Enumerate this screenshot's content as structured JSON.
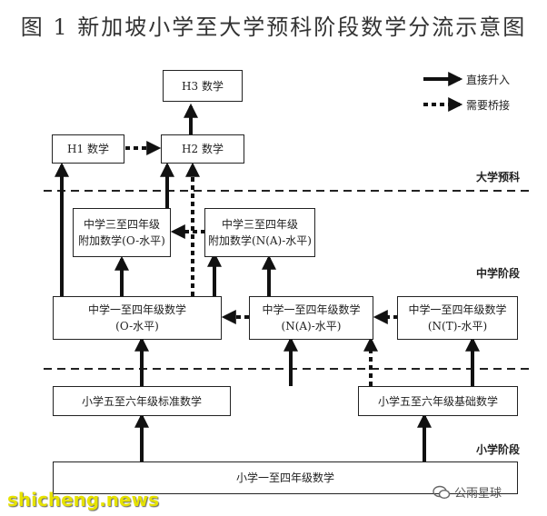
{
  "title": "图 1  新加坡小学至大学预科阶段数学分流示意图",
  "legend": {
    "direct": "直接升入",
    "bridge": "需要桥接"
  },
  "stages": {
    "pre_university": "大学预科",
    "secondary": "中学阶段",
    "primary": "小学阶段"
  },
  "nodes": {
    "h3": "H3 数学",
    "h1": "H1 数学",
    "h2": "H2 数学",
    "addmath_o": [
      "中学三至四年级",
      "附加数学(O-水平)"
    ],
    "addmath_na": [
      "中学三至四年级",
      "附加数学(N(A)-水平)"
    ],
    "sec_o": [
      "中学一至四年级数学",
      "(O-水平)"
    ],
    "sec_na": [
      "中学一至四年级数学",
      "(N(A)-水平)"
    ],
    "sec_nt": [
      "中学一至四年级数学",
      "(N(T)-水平)"
    ],
    "p56_std": "小学五至六年级标准数学",
    "p56_found": "小学五至六年级基础数学",
    "p14": "小学一至四年级数学"
  },
  "watermark": {
    "left": "shicheng.news",
    "right": "公雨星球"
  }
}
